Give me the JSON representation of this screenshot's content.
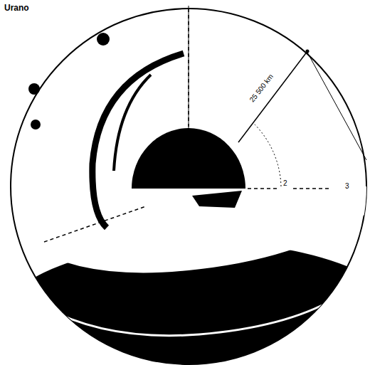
{
  "diagram": {
    "title": "Urano",
    "labels": [
      "25 500 km",
      "2",
      "3"
    ]
  }
}
